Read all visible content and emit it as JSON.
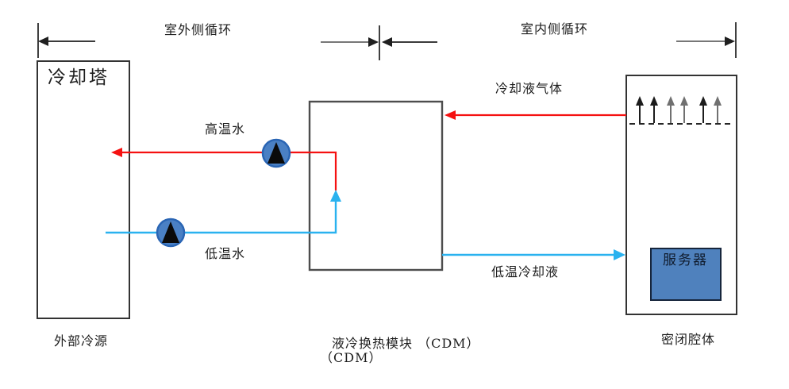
{
  "diagram": {
    "loops": {
      "outdoor": "室外侧循环",
      "indoor": "室内侧循环"
    },
    "nodes": {
      "cooling_tower": {
        "label": "冷却塔",
        "caption": "外部冷源"
      },
      "cdm": {
        "caption_line1": "液冷换热模块 （CDM）",
        "caption_line2": "（CDM）"
      },
      "chamber": {
        "caption": "密闭腔体"
      },
      "server": {
        "label": "服务器"
      }
    },
    "flows": {
      "hot_water": {
        "label": "高温水",
        "color": "#f51111"
      },
      "cold_water": {
        "label": "低温水",
        "color": "#2ab2ef"
      },
      "coolant_gas": {
        "label": "冷却液气体",
        "color": "#f51111"
      },
      "cold_coolant": {
        "label": "低温冷却液",
        "color": "#2ab2ef"
      }
    },
    "colors": {
      "flow_red": "#f51111",
      "flow_blue": "#2ab2ef",
      "pump_fill": "#4a80c4",
      "pump_border": "#2a65b4",
      "server_fill": "#4f81bd",
      "line_dark": "#1f1f1f"
    }
  }
}
